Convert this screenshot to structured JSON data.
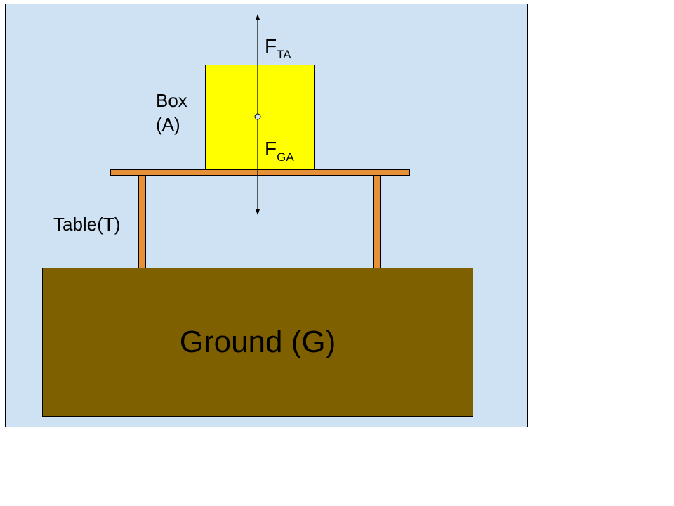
{
  "diagram": {
    "ground_label": "Ground (G)",
    "table_label": "Table(T)",
    "box_label_line1": "Box",
    "box_label_line2": "(A)",
    "force_up": {
      "symbol": "F",
      "subscript": "TA"
    },
    "force_down": {
      "symbol": "F",
      "subscript": "GA"
    }
  },
  "colors": {
    "background": "#cfe2f3",
    "ground": "#7f6000",
    "table": "#e69138",
    "box": "#ffff00"
  }
}
